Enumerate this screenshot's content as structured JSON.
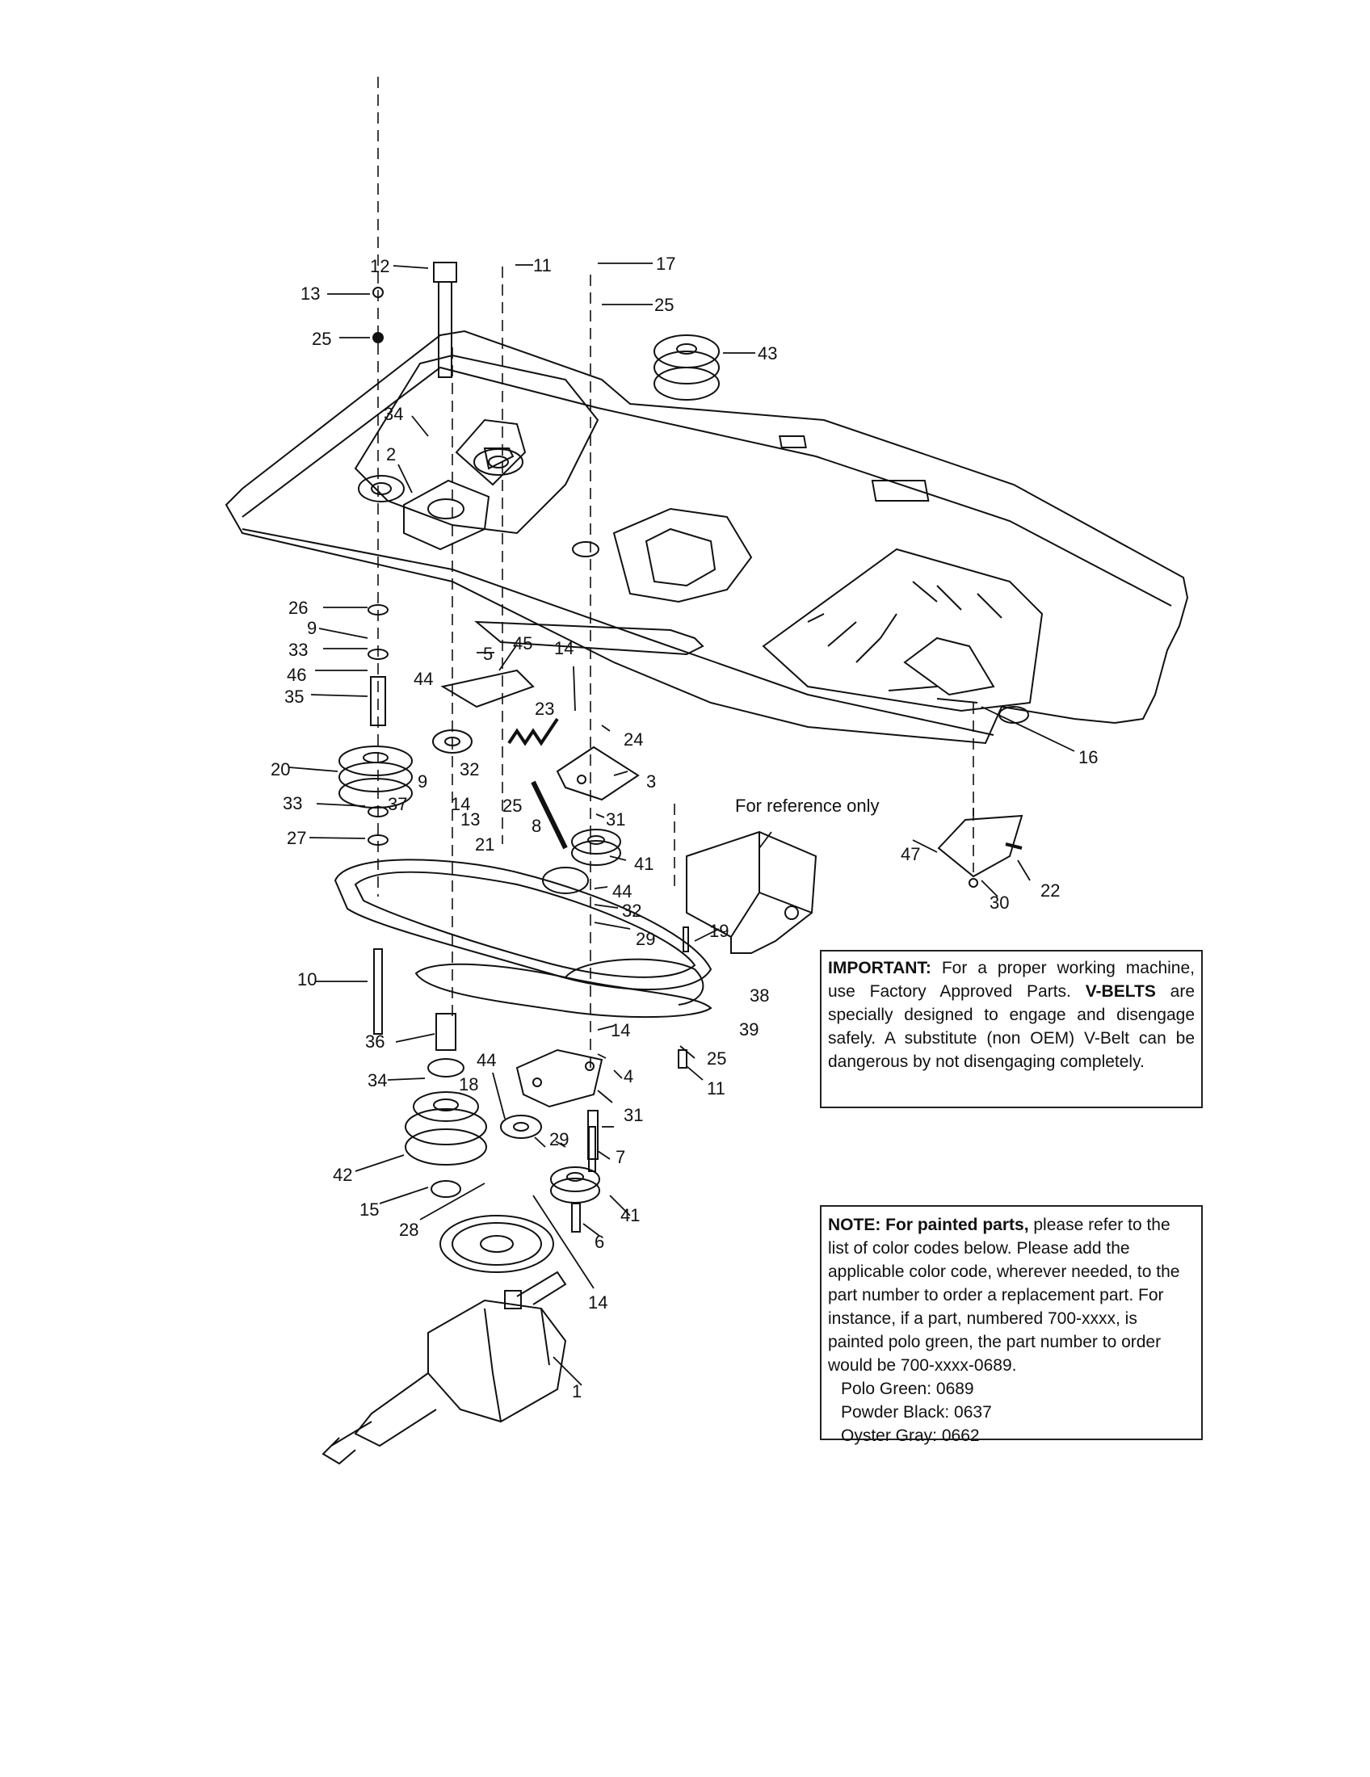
{
  "labels": {
    "l1": "1",
    "l2": "2",
    "l3": "3",
    "l4": "4",
    "l5": "5",
    "l6": "6",
    "l7": "7",
    "l8": "8",
    "l9a": "9",
    "l9b": "9",
    "l10": "10",
    "l11a": "11",
    "l11b": "11",
    "l12": "12",
    "l13a": "13",
    "l13b": "13",
    "l14a": "14",
    "l14b": "14",
    "l14c": "14",
    "l14d": "14",
    "l15": "15",
    "l16": "16",
    "l17": "17",
    "l18": "18",
    "l19": "19",
    "l20": "20",
    "l21": "21",
    "l22": "22",
    "l23": "23",
    "l24": "24",
    "l25a": "25",
    "l25b": "25",
    "l25c": "25",
    "l25d": "25",
    "l26": "26",
    "l27": "27",
    "l28": "28",
    "l29a": "29",
    "l29b": "29",
    "l30": "30",
    "l31a": "31",
    "l31b": "31",
    "l32a": "32",
    "l32b": "32",
    "l33a": "33",
    "l33b": "33",
    "l34a": "34",
    "l34b": "34",
    "l35": "35",
    "l36": "36",
    "l37": "37",
    "l38": "38",
    "l39": "39",
    "l41a": "41",
    "l41b": "41",
    "l42": "42",
    "l43": "43",
    "l44a": "44",
    "l44b": "44",
    "l44c": "44",
    "l45": "45",
    "l46": "46",
    "l47": "47",
    "ref": "For reference only"
  },
  "important": {
    "heading": "IMPORTANT:",
    "line1": "For a proper working machine, use Factory Approved Parts.",
    "vbelts": "V-BELTS",
    "line2": "are specially designed to engage and disengage safely. A substitute (non OEM) V-Belt can be dangerous by not disengaging completely."
  },
  "note": {
    "heading": "NOTE:",
    "bold_part": "For painted parts,",
    "text": "please refer to the list of color codes below. Please add the applicable color code, wherever needed, to the part number to order a replacement part. For instance, if a part, numbered 700-xxxx, is painted polo green, the part number to order would be 700-xxxx-0689.",
    "colors": [
      "Polo Green: 0689",
      "Powder Black: 0637",
      "Oyster Gray: 0662"
    ]
  }
}
